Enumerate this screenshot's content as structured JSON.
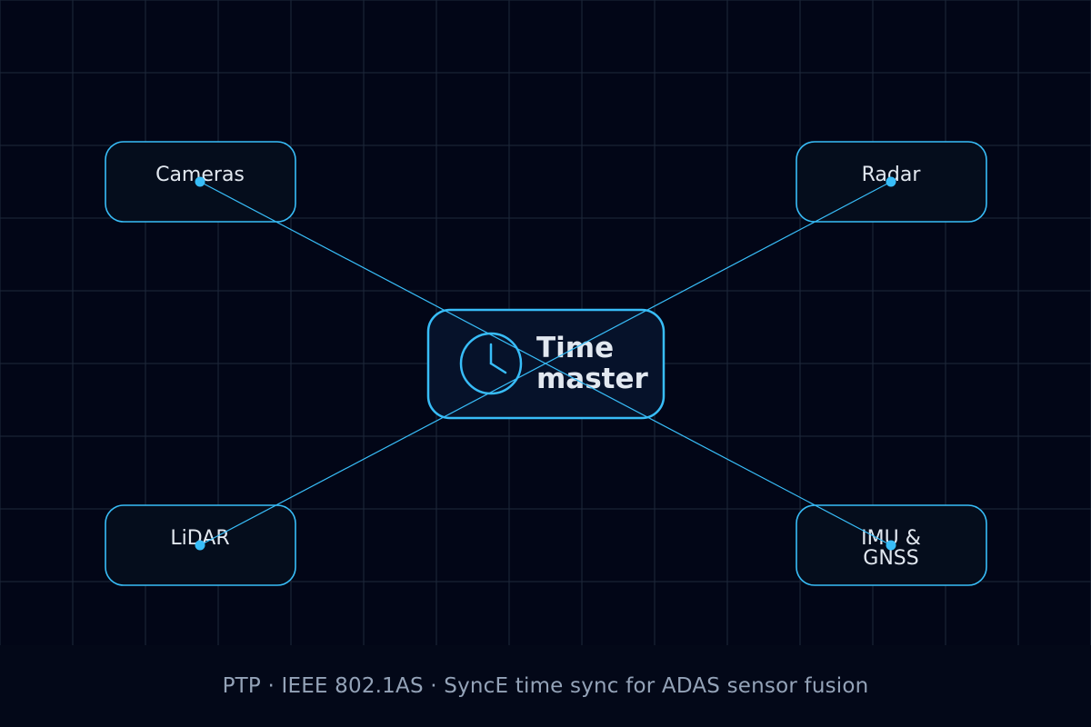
{
  "diagram": {
    "master": {
      "title_line1": "Time",
      "title_line2": "master",
      "icon": "clock-icon"
    },
    "nodes": [
      {
        "id": "cameras",
        "label_lines": [
          "Cameras"
        ]
      },
      {
        "id": "radar",
        "label_lines": [
          "Radar"
        ]
      },
      {
        "id": "lidar",
        "label_lines": [
          "LiDAR"
        ]
      },
      {
        "id": "imu-gnss",
        "label_lines": [
          "IMU &",
          "GNSS"
        ]
      }
    ],
    "colors": {
      "background": "#020617",
      "grid": "#1e293b",
      "accent": "#38bdf8",
      "node_fill": "#050d1c",
      "master_fill": "#06122a",
      "text": "#e2e8f0",
      "caption": "#94a3b8"
    }
  },
  "footer": {
    "caption": "PTP · IEEE 802.1AS · SyncE time sync for ADAS sensor fusion"
  }
}
